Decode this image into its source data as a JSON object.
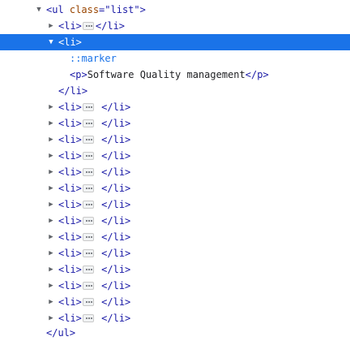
{
  "ul_open": {
    "open": "<ul",
    "attr_name": "class",
    "eq": "=",
    "attr_value": "\"list\"",
    "close": ">"
  },
  "selected_li": {
    "open": "<li>",
    "marker": "::marker",
    "p_open": "<p>",
    "p_text": "Software Quality management",
    "p_close": "</p>",
    "close": "</li>"
  },
  "collapsed_li": {
    "open": "<li>",
    "close": "</li>"
  },
  "ul_close": "</ul>"
}
